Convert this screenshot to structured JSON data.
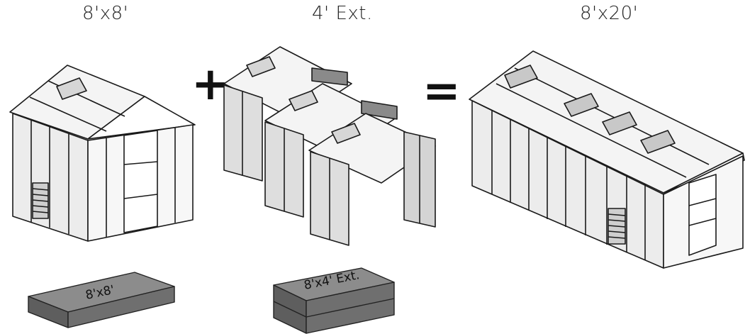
{
  "labels": {
    "base": "8'x8'",
    "extension": "4' Ext.",
    "result": "8'x20'"
  },
  "boxes": {
    "base": "8'x8'",
    "extension": "8'x4' Ext."
  },
  "operators": {
    "plus": "+",
    "equals": "="
  },
  "colors": {
    "outline": "#1a1a1a",
    "panel_fill": "#d9d9d9",
    "box_top": "#8c8c8c",
    "box_side": "#5e5e5e"
  }
}
